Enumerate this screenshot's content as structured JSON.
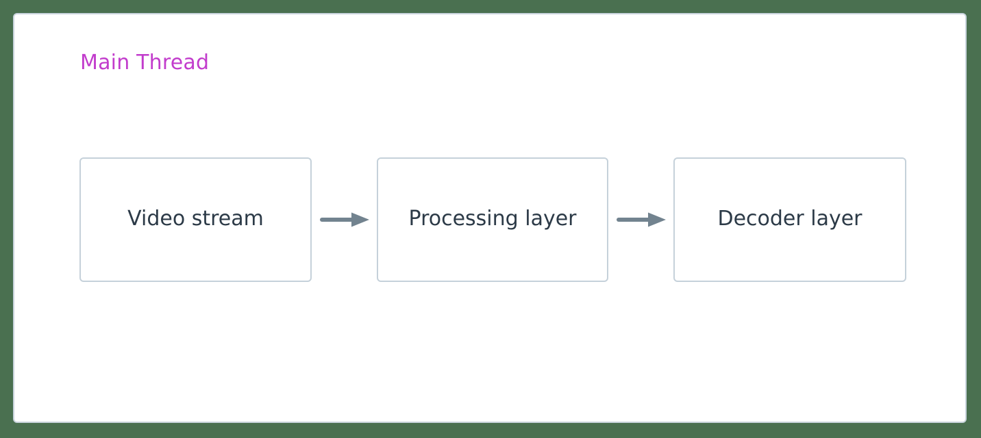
{
  "diagram": {
    "type": "flowchart",
    "background_color": "#4a7050",
    "panel": {
      "title": "Main Thread",
      "title_color": "#c23ccc",
      "background_color": "#ffffff",
      "border_color": "#c9d4dd"
    },
    "nodes": [
      {
        "id": "video-stream",
        "label": "Video stream",
        "border_color": "#c5d1da",
        "fill_color": "#ffffff",
        "text_color": "#2c3a47"
      },
      {
        "id": "processing-layer",
        "label": "Processing layer",
        "border_color": "#c5d1da",
        "fill_color": "#ffffff",
        "text_color": "#2c3a47"
      },
      {
        "id": "decoder-layer",
        "label": "Decoder layer",
        "border_color": "#c5d1da",
        "fill_color": "#ffffff",
        "text_color": "#2c3a47"
      }
    ],
    "edges": [
      {
        "id": "edge-1",
        "from": "video-stream",
        "to": "processing-layer",
        "label": "",
        "color": "#72838f",
        "arrowhead": "solid-triangle"
      },
      {
        "id": "edge-2",
        "from": "processing-layer",
        "to": "decoder-layer",
        "label": "",
        "color": "#72838f",
        "arrowhead": "solid-triangle"
      }
    ]
  }
}
